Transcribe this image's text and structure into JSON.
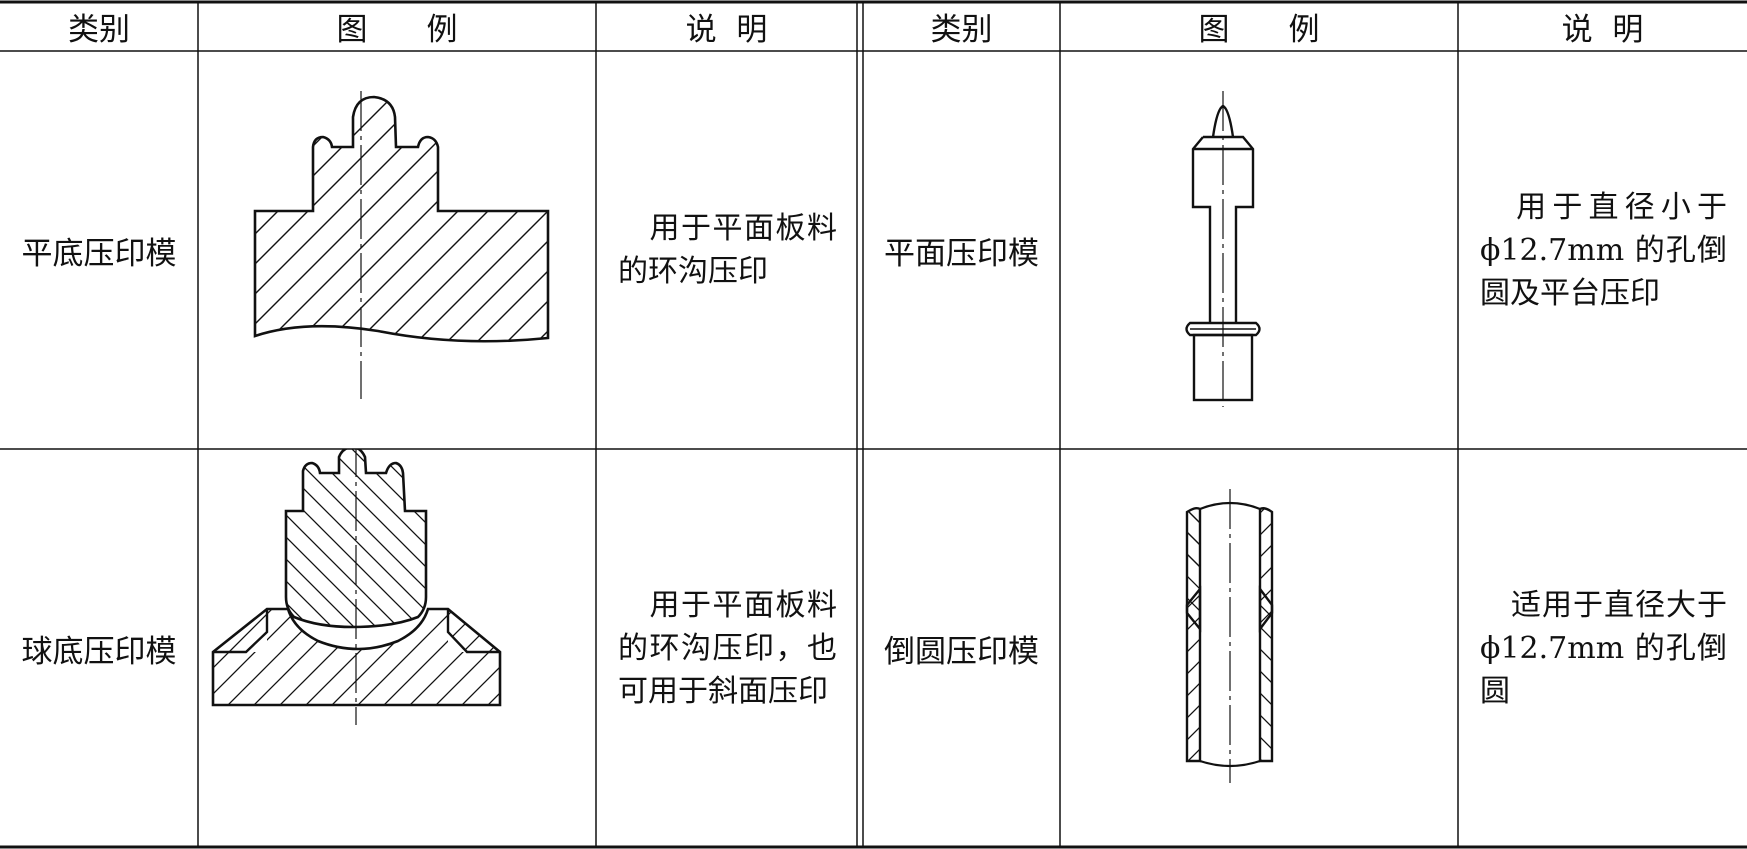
{
  "header": {
    "left": {
      "category": "类别",
      "figure": "图      例",
      "description": "说  明"
    },
    "right": {
      "category": "类别",
      "figure": "图      例",
      "description": "说  明"
    }
  },
  "rows": [
    {
      "left": {
        "category": "平底压印模",
        "figure_icon": "flat-bottom-embossing-die-drawing",
        "description": "　用于平面板料的环沟压印"
      },
      "right": {
        "category": "平面压印模",
        "figure_icon": "flat-face-embossing-die-drawing",
        "description": "　用于直径小于 ϕ12.7mm 的孔倒圆及平台压印"
      }
    },
    {
      "left": {
        "category": "球底压印模",
        "figure_icon": "ball-bottom-embossing-die-drawing",
        "description": "　用于平面板料的环沟压印，也可用于斜面压印"
      },
      "right": {
        "category": "倒圆压印模",
        "figure_icon": "rounding-embossing-die-drawing",
        "description": "　适用于直径大于 ϕ12.7mm 的孔倒圆"
      }
    }
  ]
}
